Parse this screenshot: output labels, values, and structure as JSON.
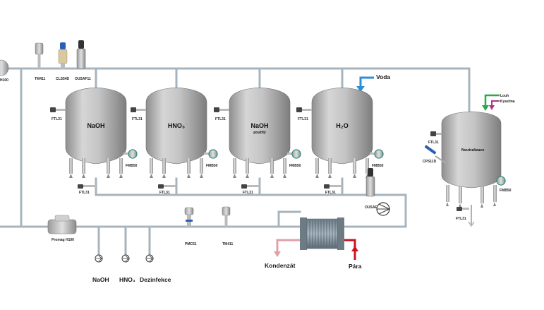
{
  "tanks": [
    {
      "title": "NaOH",
      "subtitle": "",
      "sensor_top": "FTL31",
      "sensor_mid": "FMB50",
      "sensor_bottom": "FTL31"
    },
    {
      "title": "HNO₃",
      "subtitle": "",
      "sensor_top": "FTL31",
      "sensor_mid": "FMB50",
      "sensor_bottom": "FTL31"
    },
    {
      "title": "NaOH",
      "subtitle": "použitý",
      "sensor_top": "FTL31",
      "sensor_mid": "FMB50",
      "sensor_bottom": "FTL31"
    },
    {
      "title": "H₂O",
      "subtitle": "",
      "sensor_top": "FTL31",
      "sensor_mid": "FMB50",
      "sensor_bottom": "FTL31"
    }
  ],
  "neutral_tank": {
    "title": "Neutralizace",
    "sensor_top": "FTL31",
    "probe": "CPS11D",
    "sensor_mid": "FMB50",
    "sensor_bottom": "FTL31"
  },
  "top_instruments": {
    "edge": "H100",
    "temp": "TM411",
    "conductivity": "CLS54D",
    "turbidity": "OUSAF11"
  },
  "line_instruments": {
    "flowmeter": "Promag H100",
    "pressure": "PMC51",
    "temp": "TM411",
    "turbidity": "OUSAF11"
  },
  "inlets": {
    "water": "Voda",
    "lye": "Louh",
    "acid": "Kyselina"
  },
  "pumps": {
    "naoh": "NaOH",
    "hno3": "HNO₃",
    "disinfection": "Dezinfekce"
  },
  "exchanger": {
    "condensate": "Kondenzát",
    "steam": "Pára"
  },
  "colors": {
    "pipe": "#a7b4bd",
    "tank": "#c3c3c3",
    "water": "#2e8fd6",
    "lye": "#2aa84a",
    "acid": "#b0338a",
    "condensate": "#e0a0a8",
    "steam": "#c8141e"
  }
}
